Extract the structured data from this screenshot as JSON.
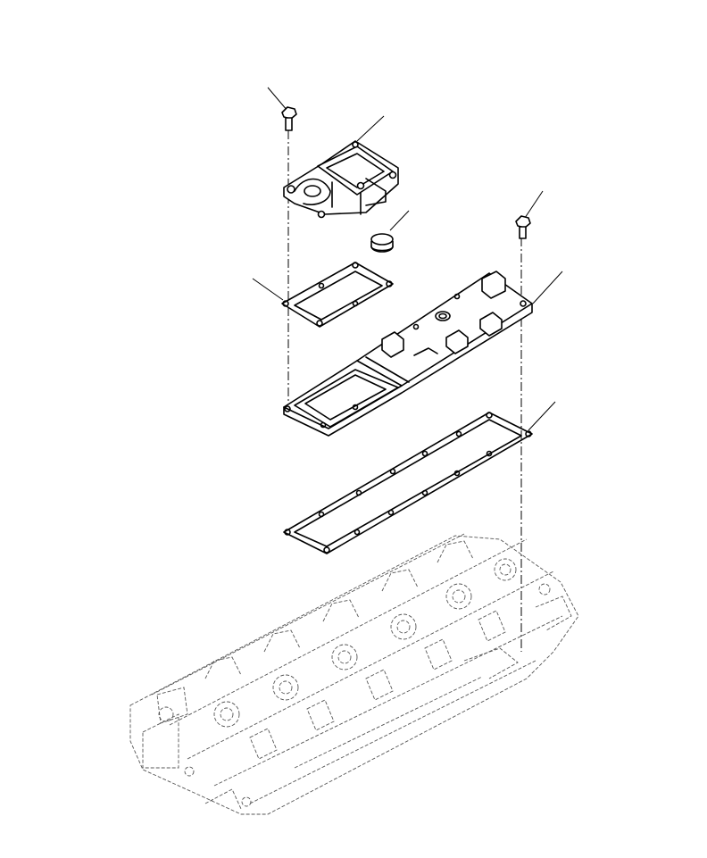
{
  "diagram": {
    "parts": [
      {
        "id": "bolt-upper-left",
        "icon": "bolt-icon"
      },
      {
        "id": "intake-connection",
        "icon": "housing-icon"
      },
      {
        "id": "plug",
        "icon": "plug-icon"
      },
      {
        "id": "gasket-small",
        "icon": "gasket-icon"
      },
      {
        "id": "bolt-right",
        "icon": "bolt-icon"
      },
      {
        "id": "intake-manifold-cover",
        "icon": "cover-icon"
      },
      {
        "id": "gasket-large",
        "icon": "gasket-icon"
      },
      {
        "id": "cylinder-head",
        "icon": "cylinder-head-icon"
      }
    ],
    "colors": {
      "line": "#000000",
      "background": "#ffffff",
      "ghost": "#555555"
    }
  }
}
